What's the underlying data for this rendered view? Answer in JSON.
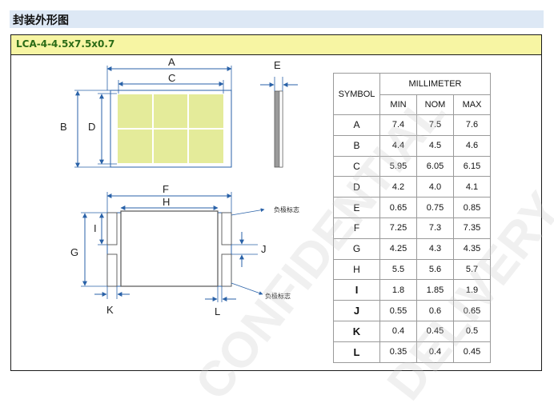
{
  "section": {
    "title": "封装外形图"
  },
  "package": {
    "name": "LCA-4-4.5x7.5x0.7"
  },
  "diagram": {
    "labels": {
      "A": "A",
      "B": "B",
      "C": "C",
      "D": "D",
      "E": "E",
      "F": "F",
      "G": "G",
      "H": "H",
      "I": "I",
      "J": "J",
      "K": "K",
      "L": "L"
    },
    "notes": {
      "neg_mark_top": "负极标志",
      "neg_mark_bottom": "负极标志"
    },
    "colors": {
      "pad_fill": "#e4eb9a",
      "pad_yellow": "#f5f3a6",
      "line": "#2a62a8",
      "side_gray": "#9b9b9b"
    }
  },
  "table": {
    "symbol_header": "SYMBOL",
    "unit_header": "MILLIMETER",
    "col_headers": [
      "MIN",
      "NOM",
      "MAX"
    ],
    "rows": [
      {
        "symbol": "A",
        "min": "7.4",
        "nom": "7.5",
        "max": "7.6"
      },
      {
        "symbol": "B",
        "min": "4.4",
        "nom": "4.5",
        "max": "4.6"
      },
      {
        "symbol": "C",
        "min": "5.95",
        "nom": "6.05",
        "max": "6.15"
      },
      {
        "symbol": "D",
        "min": "4.2",
        "nom": "4.0",
        "max": "4.1"
      },
      {
        "symbol": "E",
        "min": "0.65",
        "nom": "0.75",
        "max": "0.85"
      },
      {
        "symbol": "F",
        "min": "7.25",
        "nom": "7.3",
        "max": "7.35"
      },
      {
        "symbol": "G",
        "min": "4.25",
        "nom": "4.3",
        "max": "4.35"
      },
      {
        "symbol": "H",
        "min": "5.5",
        "nom": "5.6",
        "max": "5.7"
      },
      {
        "symbol": "I",
        "min": "1.8",
        "nom": "1.85",
        "max": "1.9"
      },
      {
        "symbol": "J",
        "min": "0.55",
        "nom": "0.6",
        "max": "0.65"
      },
      {
        "symbol": "K",
        "min": "0.4",
        "nom": "0.45",
        "max": "0.5"
      },
      {
        "symbol": "L",
        "min": "0.35",
        "nom": "0.4",
        "max": "0.45"
      }
    ]
  },
  "watermark": {
    "text_1": "CONFIDENTIAL",
    "text_2": "DELIVERY"
  }
}
